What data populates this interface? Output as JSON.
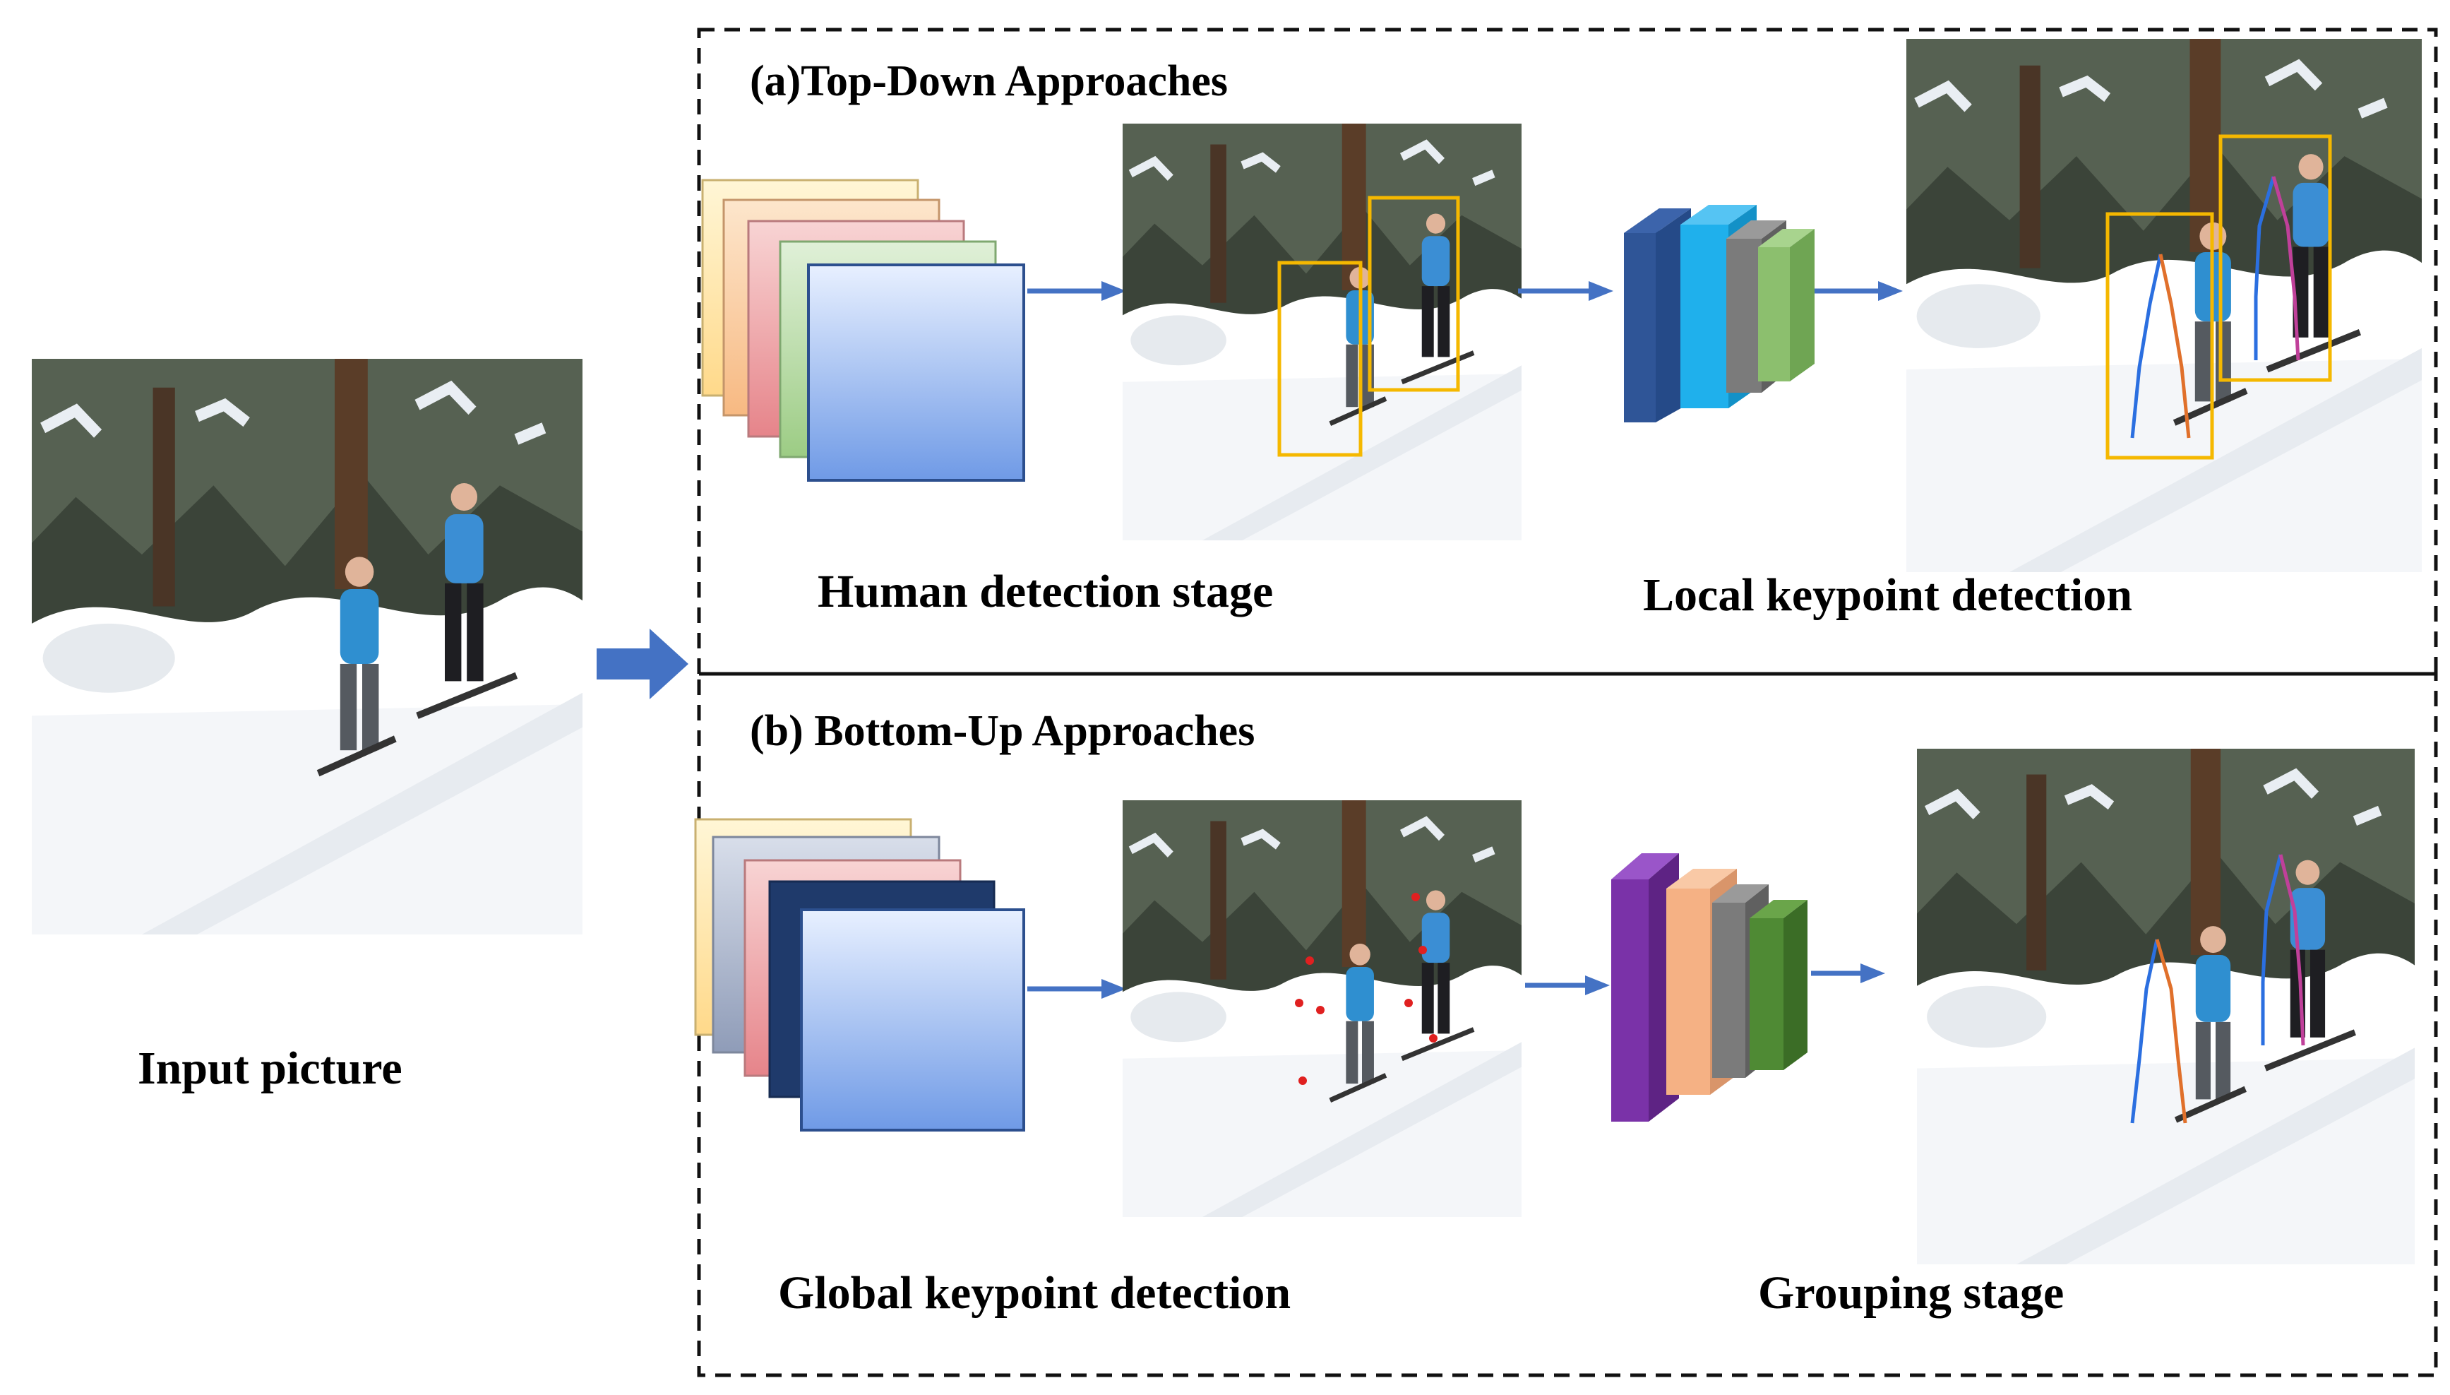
{
  "input": {
    "label": "Input picture"
  },
  "top_down": {
    "title": "(a)Top-Down Approaches",
    "stage1_label": "Human detection stage",
    "stage2_label": "Local keypoint detection",
    "feature_map_colors": [
      "#fff2c4",
      "#fbd9b0",
      "#f2aeb0",
      "#bfe0b0",
      "#dce7fa"
    ],
    "network_colors": [
      "#2f5597",
      "#1fb0ec",
      "#7b7b7b",
      "#8cbf6e"
    ],
    "box_color": "#f5b800"
  },
  "bottom_up": {
    "title": "(b) Bottom-Up Approaches",
    "stage1_label": "Global keypoint detection",
    "stage2_label": "Grouping stage",
    "feature_map_colors": [
      "#fff2c4",
      "#b8c3d8",
      "#f2aeb0",
      "#1f3a6b",
      "#dce7fa"
    ],
    "network_colors": [
      "#7a32a8",
      "#f5b184",
      "#7b7b7b",
      "#4f8a34"
    ]
  },
  "arrow_color": "#4472c4"
}
